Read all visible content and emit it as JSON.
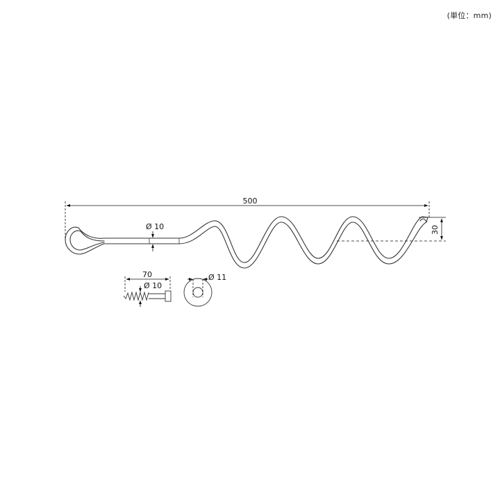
{
  "unit_note": "(単位：mm)",
  "dimensions": {
    "overall_length": "500",
    "rod_diameter": "Ø 10",
    "coil_height": "30",
    "bolt_length": "70",
    "bolt_diameter": "Ø 10",
    "washer_hole": "Ø 11"
  },
  "colors": {
    "line": "#333333"
  }
}
